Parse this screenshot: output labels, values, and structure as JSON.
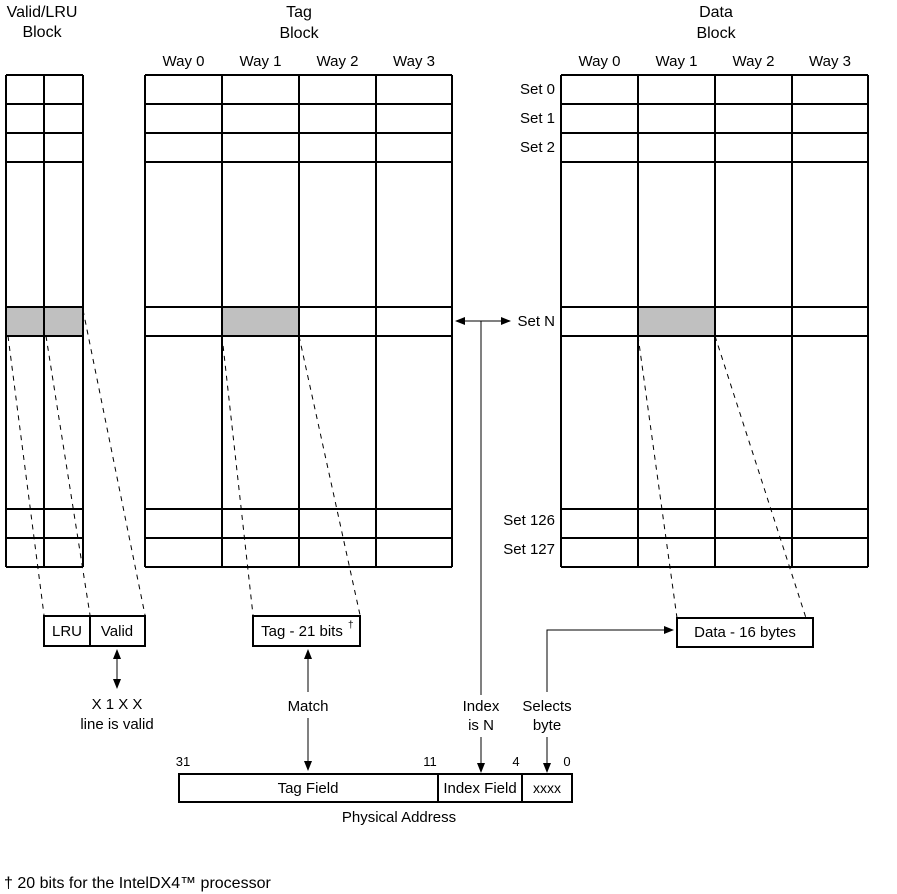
{
  "headers": {
    "valid_lru": [
      "Valid/LRU",
      "Block"
    ],
    "tag": [
      "Tag",
      "Block"
    ],
    "data": [
      "Data",
      "Block"
    ]
  },
  "ways": [
    "Way 0",
    "Way 1",
    "Way 2",
    "Way 3"
  ],
  "sets": [
    "Set 0",
    "Set 1",
    "Set 2",
    "Set N",
    "Set 126",
    "Set 127"
  ],
  "boxes": {
    "lru": "LRU",
    "valid": "Valid",
    "tag": "Tag - 21 bits",
    "tag_dagger": "†",
    "data": "Data - 16 bytes"
  },
  "labels": {
    "valid_value": "X 1 X X",
    "valid_desc": "line is valid",
    "match": "Match",
    "index1": "Index",
    "index2": "is N",
    "selects1": "Selects",
    "selects2": "byte"
  },
  "address": {
    "bits": [
      "31",
      "11",
      "4",
      "0"
    ],
    "fields": [
      "Tag Field",
      "Index Field",
      "xxxx"
    ],
    "caption": "Physical Address"
  },
  "footnote": "† 20 bits for the IntelDX4™ processor",
  "colors": {
    "highlight": "#c0c0c0"
  }
}
